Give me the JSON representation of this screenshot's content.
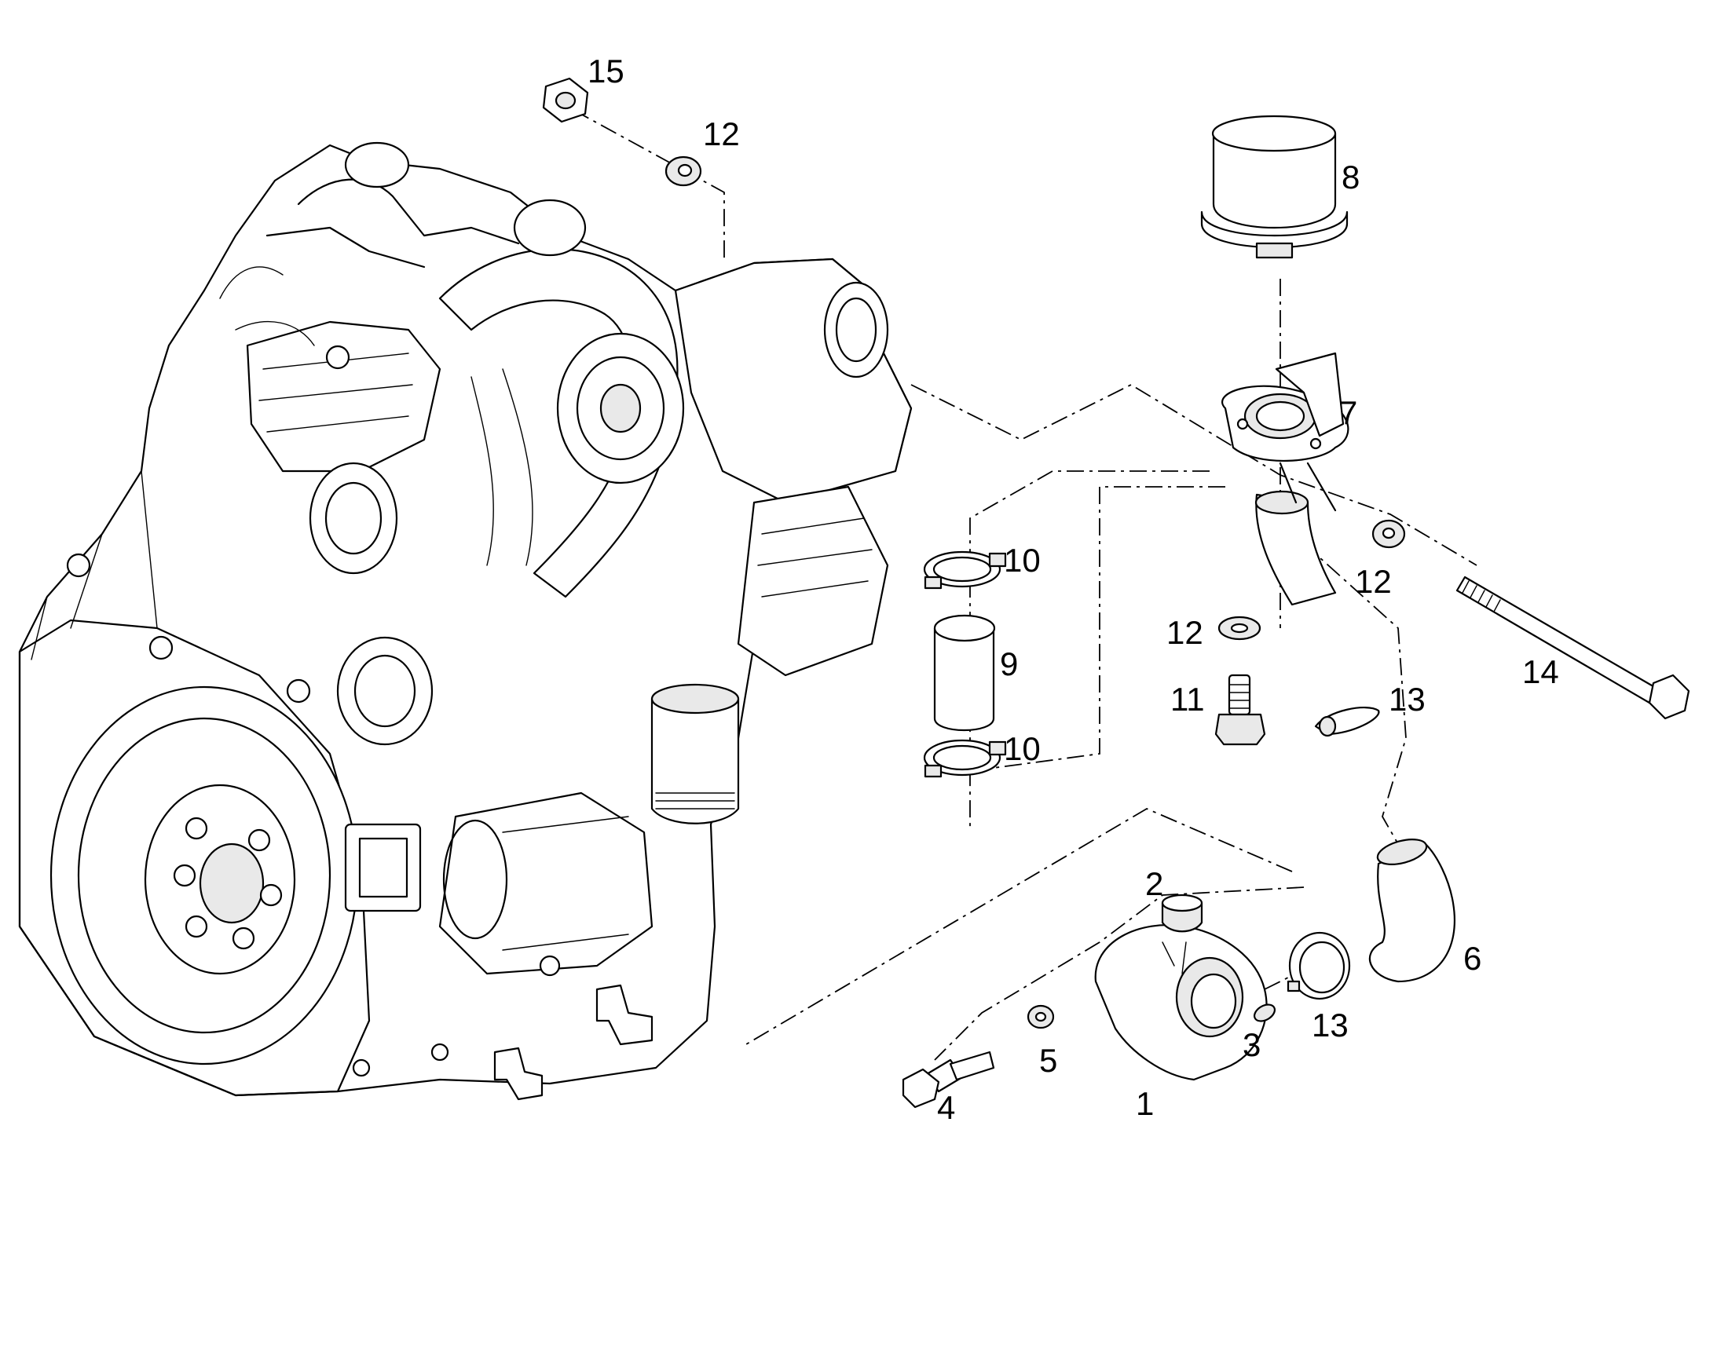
{
  "labels": {
    "p1": "1",
    "p2": "2",
    "p3": "3",
    "p4": "4",
    "p5": "5",
    "p6": "6",
    "p7": "7",
    "p8": "8",
    "p9": "9",
    "p10a": "10",
    "p10b": "10",
    "p11": "11",
    "p12a": "12",
    "p12b": "12",
    "p12c": "12",
    "p13a": "13",
    "p13b": "13",
    "p14": "14",
    "p15": "15"
  }
}
